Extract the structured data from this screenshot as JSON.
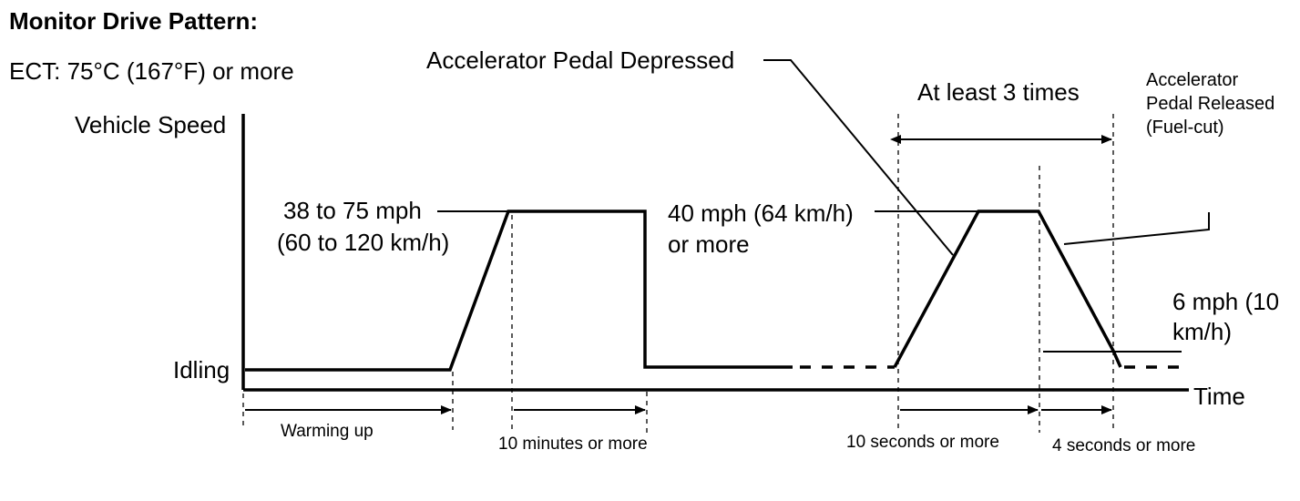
{
  "title": "Monitor Drive Pattern:",
  "condition": "ECT: 75°C (167°F) or more",
  "y_axis_label": "Vehicle Speed",
  "x_axis_label": "Time",
  "idle_label": "Idling",
  "speed1": {
    "line1": "38 to 75 mph",
    "line2": "(60 to 120 km/h)"
  },
  "speed2": {
    "line1": "40 mph (64 km/h)",
    "line2": "or more"
  },
  "speed3": {
    "line1": "6 mph (10",
    "line2": "km/h)"
  },
  "pedal_depressed": "Accelerator Pedal Depressed",
  "pedal_released": {
    "line1": "Accelerator",
    "line2": "Pedal Released",
    "line3": "(Fuel-cut)"
  },
  "repeat_label": "At least 3 times",
  "durations": {
    "warm_up": "Warming up",
    "ten_min": "10 minutes or more",
    "ten_sec": "10 seconds or more",
    "four_sec": "4 seconds or more"
  }
}
